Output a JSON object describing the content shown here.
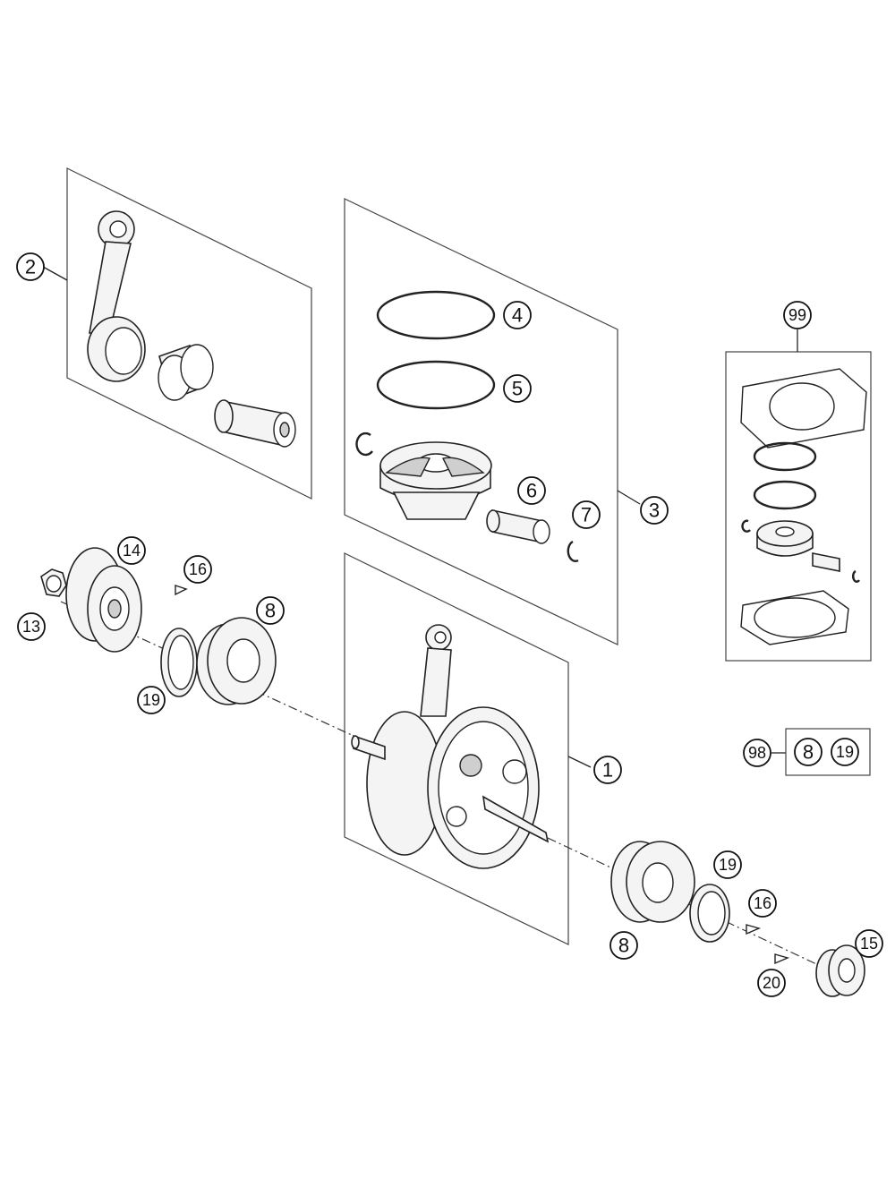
{
  "callouts": {
    "c1": "1",
    "c2": "2",
    "c3": "3",
    "c4": "4",
    "c5": "5",
    "c6": "6",
    "c7": "7",
    "c8a": "8",
    "c8b": "8",
    "c13": "13",
    "c14": "14",
    "c15": "15",
    "c16a": "16",
    "c16b": "16",
    "c19a": "19",
    "c19b": "19",
    "c20": "20",
    "c98": "98",
    "c99": "99"
  },
  "kit98": {
    "items": [
      "8",
      "19"
    ]
  }
}
